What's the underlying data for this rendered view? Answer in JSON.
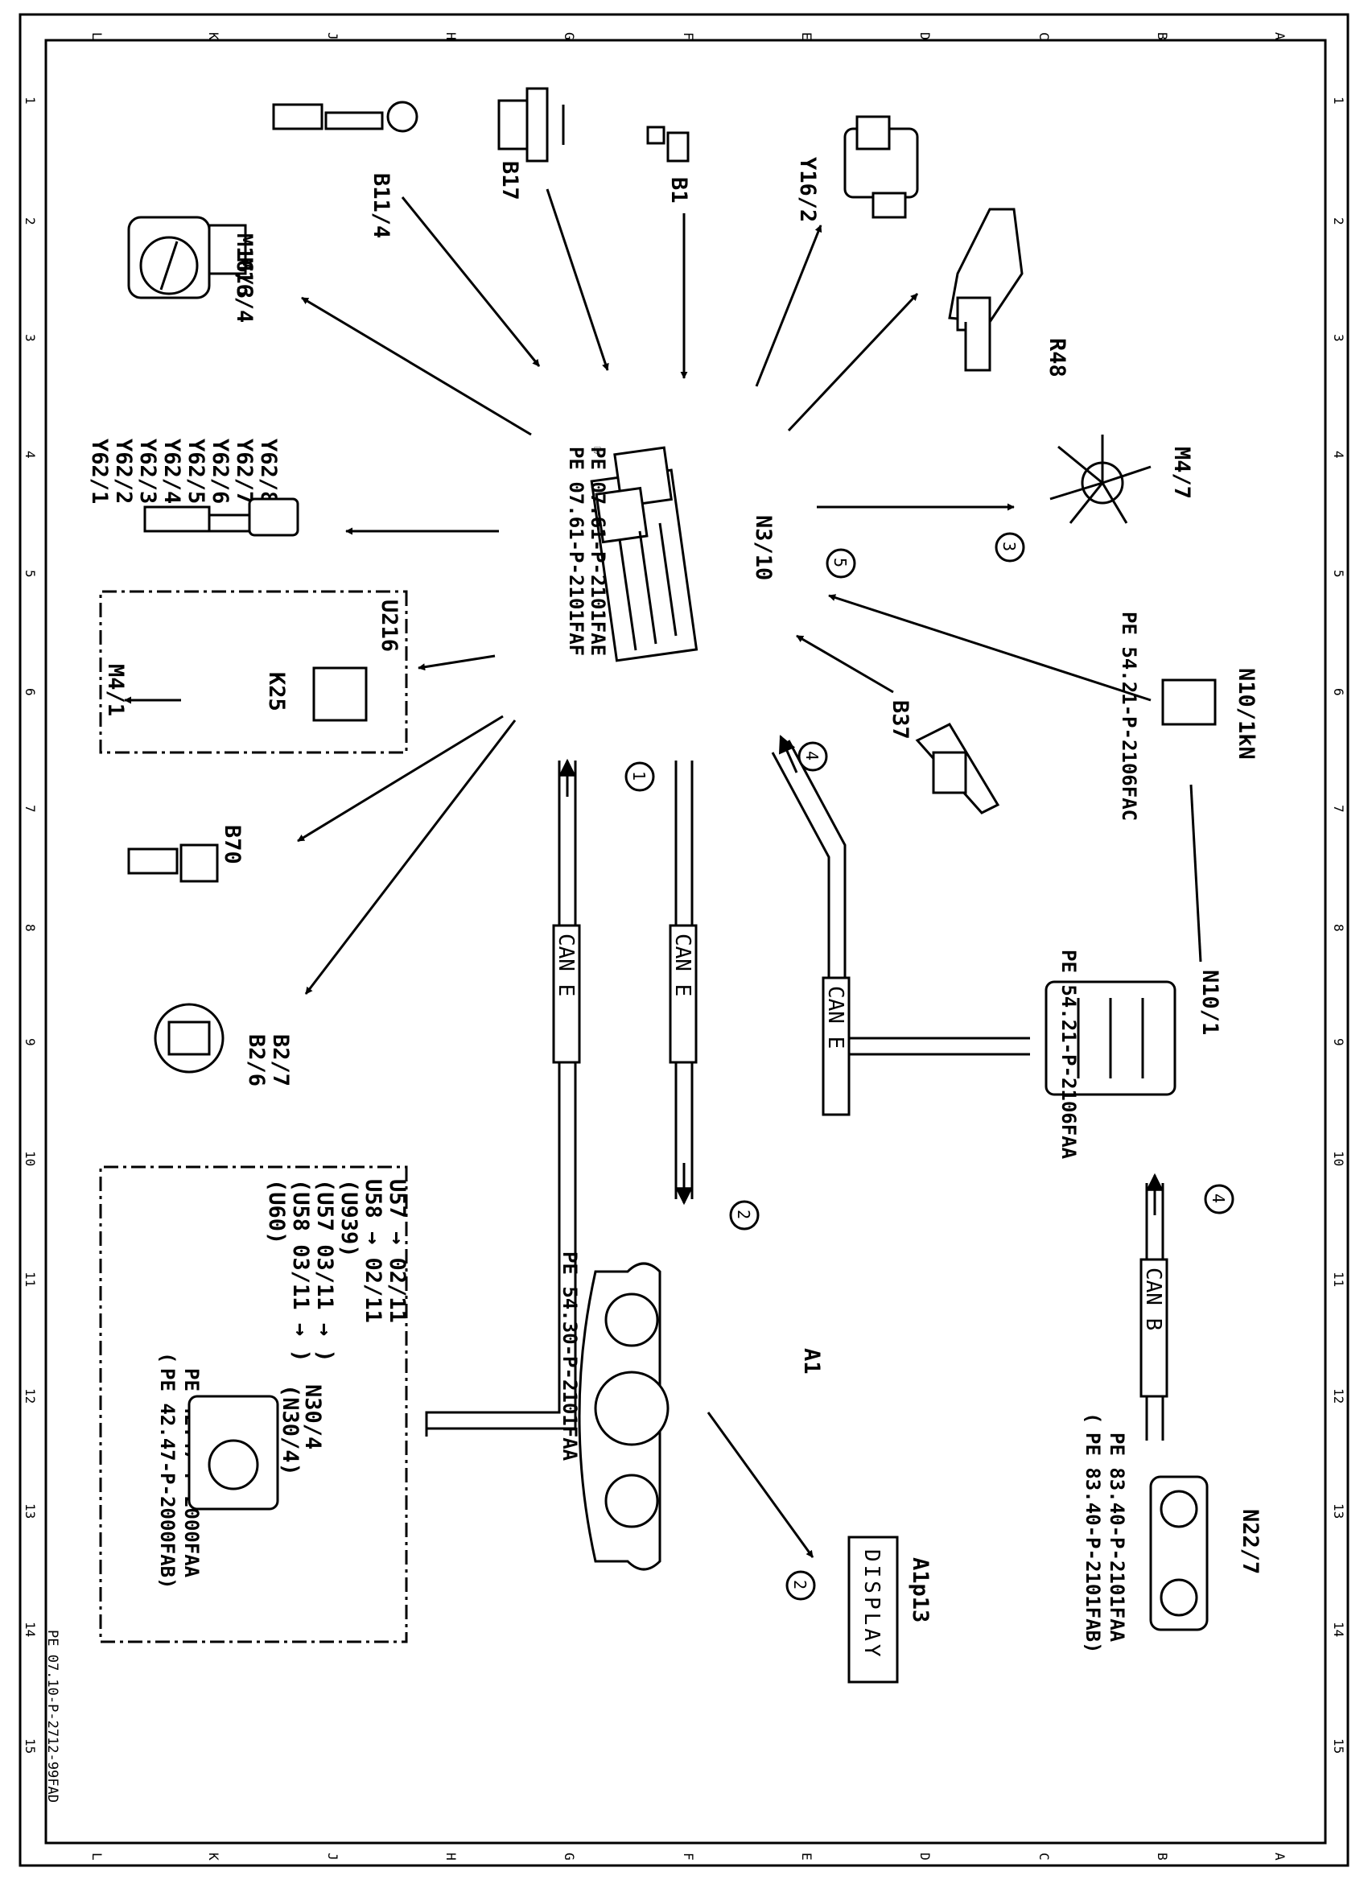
{
  "grid": {
    "letters": [
      "L",
      "K",
      "J",
      "H",
      "G",
      "F",
      "E",
      "D",
      "C",
      "B",
      "A"
    ],
    "numbers": [
      "1",
      "2",
      "3",
      "4",
      "5",
      "6",
      "7",
      "8",
      "9",
      "10",
      "11",
      "12",
      "13",
      "14",
      "15"
    ]
  },
  "doc_code": "PE 07.10-P-2712-99FAD",
  "components": {
    "n3_10": "N3/10",
    "b11_4": "B11/4",
    "b17": "B17",
    "b1": "B1",
    "y16_2": "Y16/2",
    "r48": "R48",
    "m16": [
      "M16/3",
      "M16/4"
    ],
    "y62": [
      "Y62/1",
      "Y62/2",
      "Y62/3",
      "Y62/4",
      "Y62/5",
      "Y62/6",
      "Y62/7",
      "Y62/8"
    ],
    "u216": "U216",
    "k25": "K25",
    "m4_1": "M4/1",
    "m4_7": "M4/7",
    "b70": "B70",
    "b2": [
      "B2/6",
      "B2/7"
    ],
    "b37": "B37",
    "n10_1kn": "N10/1kN",
    "n10_1": "N10/1",
    "a1": "A1",
    "a1p13": "A1p13",
    "display": "DISPLAY",
    "n22_7": "N22/7",
    "n30": [
      "N30/4",
      "(N30/4)"
    ],
    "u_lines": [
      "U57     → 02/11",
      "U58   → 02/11",
      "(U939)",
      "(U57  03/11 → )",
      "(U58  03/11 → )",
      "(U60)"
    ]
  },
  "references": {
    "n3_10": [
      "PE  07.61-P-2101FAE",
      "PE  07.61-P-2101FAF"
    ],
    "n10_1kn": "PE  54.21-P-2106FAC",
    "n10_1": "PE  54.21-P-2106FAA",
    "a1": "PE  54.30-P-2101FAA",
    "n22_7": [
      "PE  83.40-P-2101FAA",
      "PE  83.40-P-2101FAB)"
    ],
    "n30": [
      "PE  42.47-P-2000FAA",
      "PE  42.47-P-2000FAB)"
    ],
    "paren_open": "("
  },
  "buses": {
    "can_e": "CAN  E",
    "can_b": "CAN  B"
  },
  "callouts": [
    "1",
    "2",
    "3",
    "4",
    "5"
  ]
}
